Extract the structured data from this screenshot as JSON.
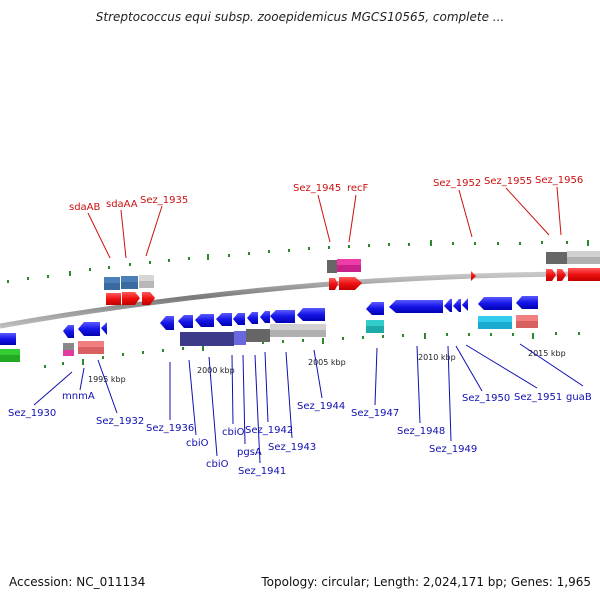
{
  "header": {
    "title": "Streptococcus equi subsp. zooepidemicus MGCS10565, complete ..."
  },
  "footer": {
    "accession": "Accession: NC_011134",
    "stats": "Topology: circular; Length: 2,024,171 bp; Genes: 1,965"
  },
  "ticks": [
    "1995 kbp",
    "2000 kbp",
    "2005 kbp",
    "2010 kbp",
    "2015 kbp"
  ],
  "labels_top": [
    "sdaAB",
    "sdaAA",
    "Sez_1935",
    "Sez_1945",
    "recF",
    "Sez_1952",
    "Sez_1955",
    "Sez_1956"
  ],
  "labels_bottom": [
    "Sez_1930",
    "mnmA",
    "Sez_1932",
    "Sez_1936",
    "cbiO",
    "cbiO",
    "cbiO",
    "pgsA",
    "Sez_1941",
    "Sez_1942",
    "Sez_1943",
    "Sez_1944",
    "Sez_1947",
    "Sez_1948",
    "Sez_1949",
    "Sez_1950",
    "Sez_1951",
    "guaB"
  ],
  "colors": {
    "forward_gene": "#ee1111",
    "reverse_gene": "#1515e8",
    "label_blue": "#1010b0",
    "label_red": "#cc1010",
    "backbone": "#888888"
  }
}
